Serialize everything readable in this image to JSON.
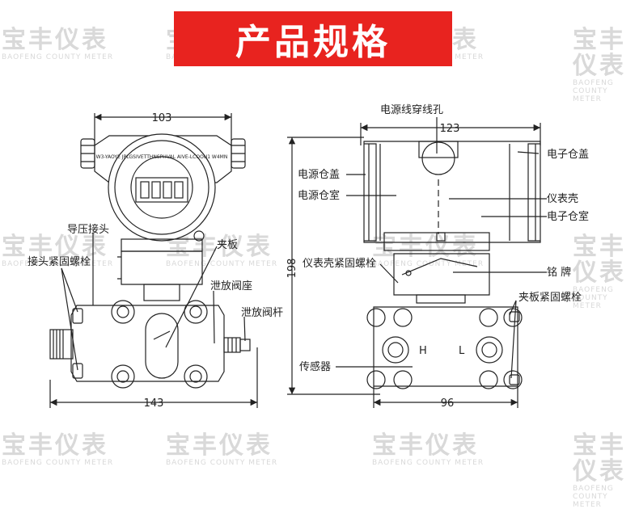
{
  "banner": {
    "title": "产品规格",
    "color": "#e8231f"
  },
  "watermark": {
    "brand": "宝丰仪表",
    "sub": "BAOFENG COUNTY METER"
  },
  "left_view": {
    "dim_width_top": "103",
    "dim_width_bottom": "143",
    "labels": {
      "pressure_connector": "导压接头",
      "connector_bolt": "接头紧固螺栓",
      "clamp_plate": "夹板",
      "vent_valve_seat": "泄放阀座",
      "vent_valve_stem": "泄放阀杆"
    },
    "ring_text": "W3-YAOYE JPLGSIVETTHNSPHVAL AIVE-LCOOU1 W4MN"
  },
  "right_view": {
    "dim_width_top": "123",
    "dim_width_bottom": "96",
    "dim_height": "198",
    "port_h": "H",
    "port_l": "L",
    "labels": {
      "power_cable_hole": "电源线穿线孔",
      "electronic_cover": "电子仓盖",
      "power_cover": "电源仓盖",
      "power_chamber": "电源仓室",
      "housing": "仪表壳",
      "electronic_chamber": "电子仓室",
      "housing_bolt": "仪表壳紧固螺栓",
      "nameplate": "铭 牌",
      "clamp_bolt": "夹板紧固螺栓",
      "sensor": "传感器"
    }
  }
}
